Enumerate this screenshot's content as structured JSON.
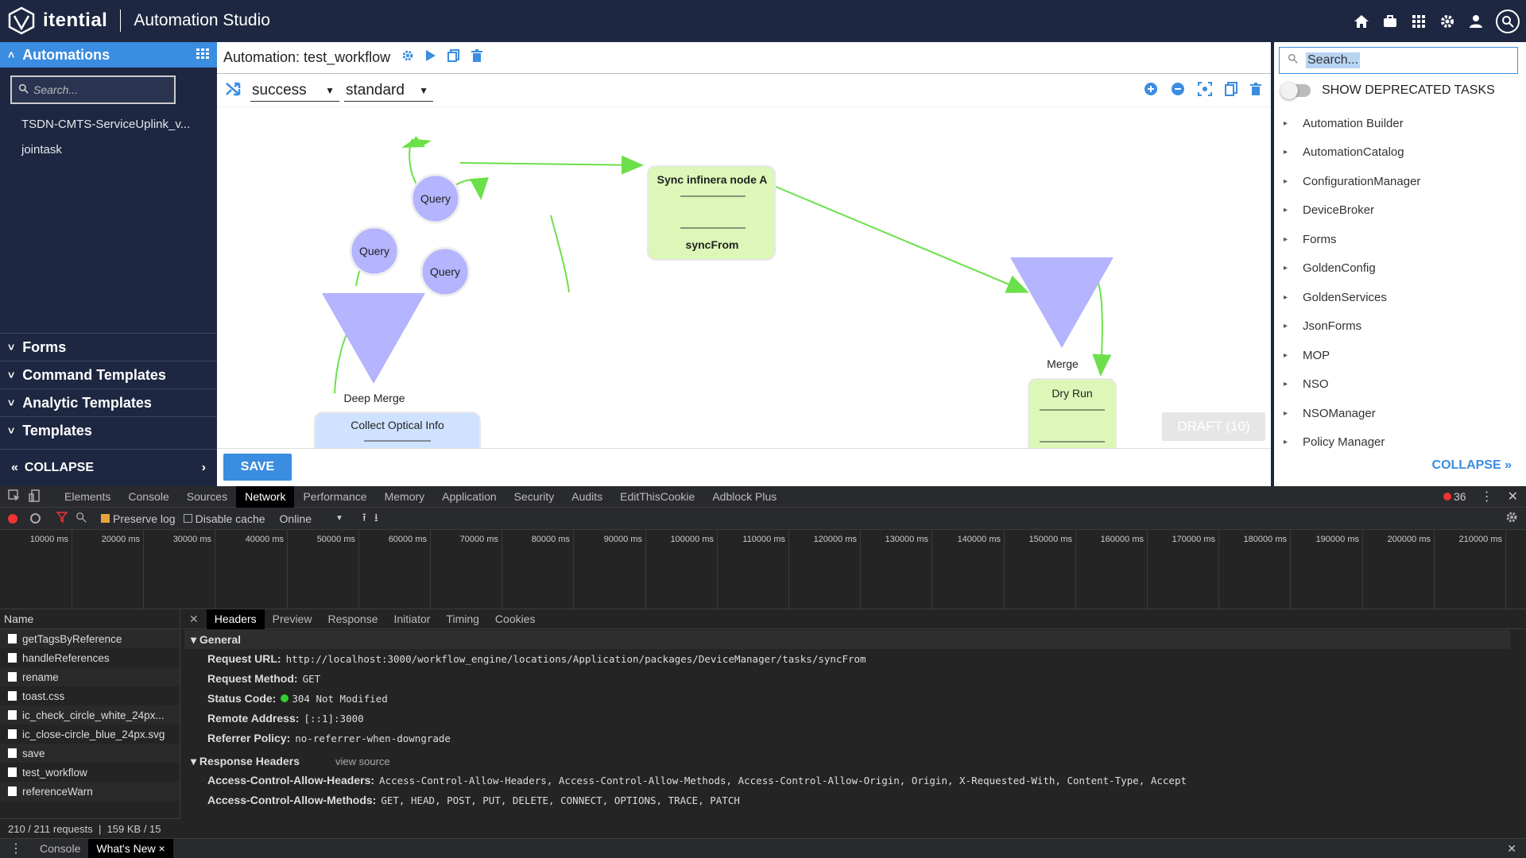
{
  "header": {
    "logo_text": "itential",
    "app_title": "Automation Studio"
  },
  "left": {
    "automations_label": "Automations",
    "search_placeholder": "Search...",
    "items": [
      "TSDN-CMTS-ServiceUplink_v...",
      "jointask"
    ],
    "sections": [
      "Forms",
      "Command Templates",
      "Analytic Templates",
      "Templates"
    ],
    "collapse_label": "COLLAPSE"
  },
  "center": {
    "title": "Automation: test_workflow",
    "transition_select": "success",
    "type_select": "standard",
    "save_label": "SAVE",
    "draft_label": "DRAFT (10)",
    "nodes": {
      "query1": "Query",
      "query2": "Query",
      "query3": "Query",
      "sync_title": "Sync infinera node A",
      "sync_sub": "syncFrom",
      "deep_merge": "Deep Merge",
      "merge": "Merge",
      "collect": "Collect Optical Info",
      "dry_run": "Dry Run"
    }
  },
  "right": {
    "search_placeholder": "Search...",
    "deprecated_label": "SHOW DEPRECATED TASKS",
    "categories": [
      "Automation Builder",
      "AutomationCatalog",
      "ConfigurationManager",
      "DeviceBroker",
      "Forms",
      "GoldenConfig",
      "GoldenServices",
      "JsonForms",
      "MOP",
      "NSO",
      "NSOManager",
      "Policy Manager"
    ],
    "collapse_label": "COLLAPSE"
  },
  "devtools": {
    "tabs": [
      "Elements",
      "Console",
      "Sources",
      "Network",
      "Performance",
      "Memory",
      "Application",
      "Security",
      "Audits",
      "EditThisCookie",
      "Adblock Plus"
    ],
    "active_tab": "Network",
    "error_count": "36",
    "preserve_log": "Preserve log",
    "disable_cache": "Disable cache",
    "throttle": "Online",
    "timeline_labels": [
      "10000 ms",
      "20000 ms",
      "30000 ms",
      "40000 ms",
      "50000 ms",
      "60000 ms",
      "70000 ms",
      "80000 ms",
      "90000 ms",
      "100000 ms",
      "110000 ms",
      "120000 ms",
      "130000 ms",
      "140000 ms",
      "150000 ms",
      "160000 ms",
      "170000 ms",
      "180000 ms",
      "190000 ms",
      "200000 ms",
      "210000 ms"
    ],
    "name_header": "Name",
    "requests": [
      "getTagsByReference",
      "handleReferences",
      "rename",
      "toast.css",
      "ic_check_circle_white_24px...",
      "ic_close-circle_blue_24px.svg",
      "save",
      "test_workflow",
      "referenceWarn"
    ],
    "detail_tabs": [
      "Headers",
      "Preview",
      "Response",
      "Initiator",
      "Timing",
      "Cookies"
    ],
    "general_label": "General",
    "general": [
      {
        "k": "Request URL:",
        "v": "http://localhost:3000/workflow_engine/locations/Application/packages/DeviceManager/tasks/syncFrom"
      },
      {
        "k": "Request Method:",
        "v": "GET"
      },
      {
        "k": "Status Code:",
        "v": "304 Not Modified"
      },
      {
        "k": "Remote Address:",
        "v": "[::1]:3000"
      },
      {
        "k": "Referrer Policy:",
        "v": "no-referrer-when-downgrade"
      }
    ],
    "response_headers_label": "Response Headers",
    "view_source": "view source",
    "response_headers": [
      {
        "k": "Access-Control-Allow-Headers:",
        "v": "Access-Control-Allow-Headers, Access-Control-Allow-Methods, Access-Control-Allow-Origin, Origin, X-Requested-With, Content-Type, Accept"
      },
      {
        "k": "Access-Control-Allow-Methods:",
        "v": "GET, HEAD, POST, PUT, DELETE, CONNECT, OPTIONS, TRACE, PATCH"
      }
    ],
    "request_count": "210 / 211 requests",
    "transfer": "159 KB / 15",
    "drawer_tabs": [
      "Console",
      "What's New"
    ]
  },
  "colors": {
    "navy": "#1e2741",
    "accent": "#3a8de0",
    "node_green": "#dcf7b8",
    "node_blue": "#cfe2ff",
    "triangle": "#b4b4ff",
    "edge": "#6ce04a"
  }
}
